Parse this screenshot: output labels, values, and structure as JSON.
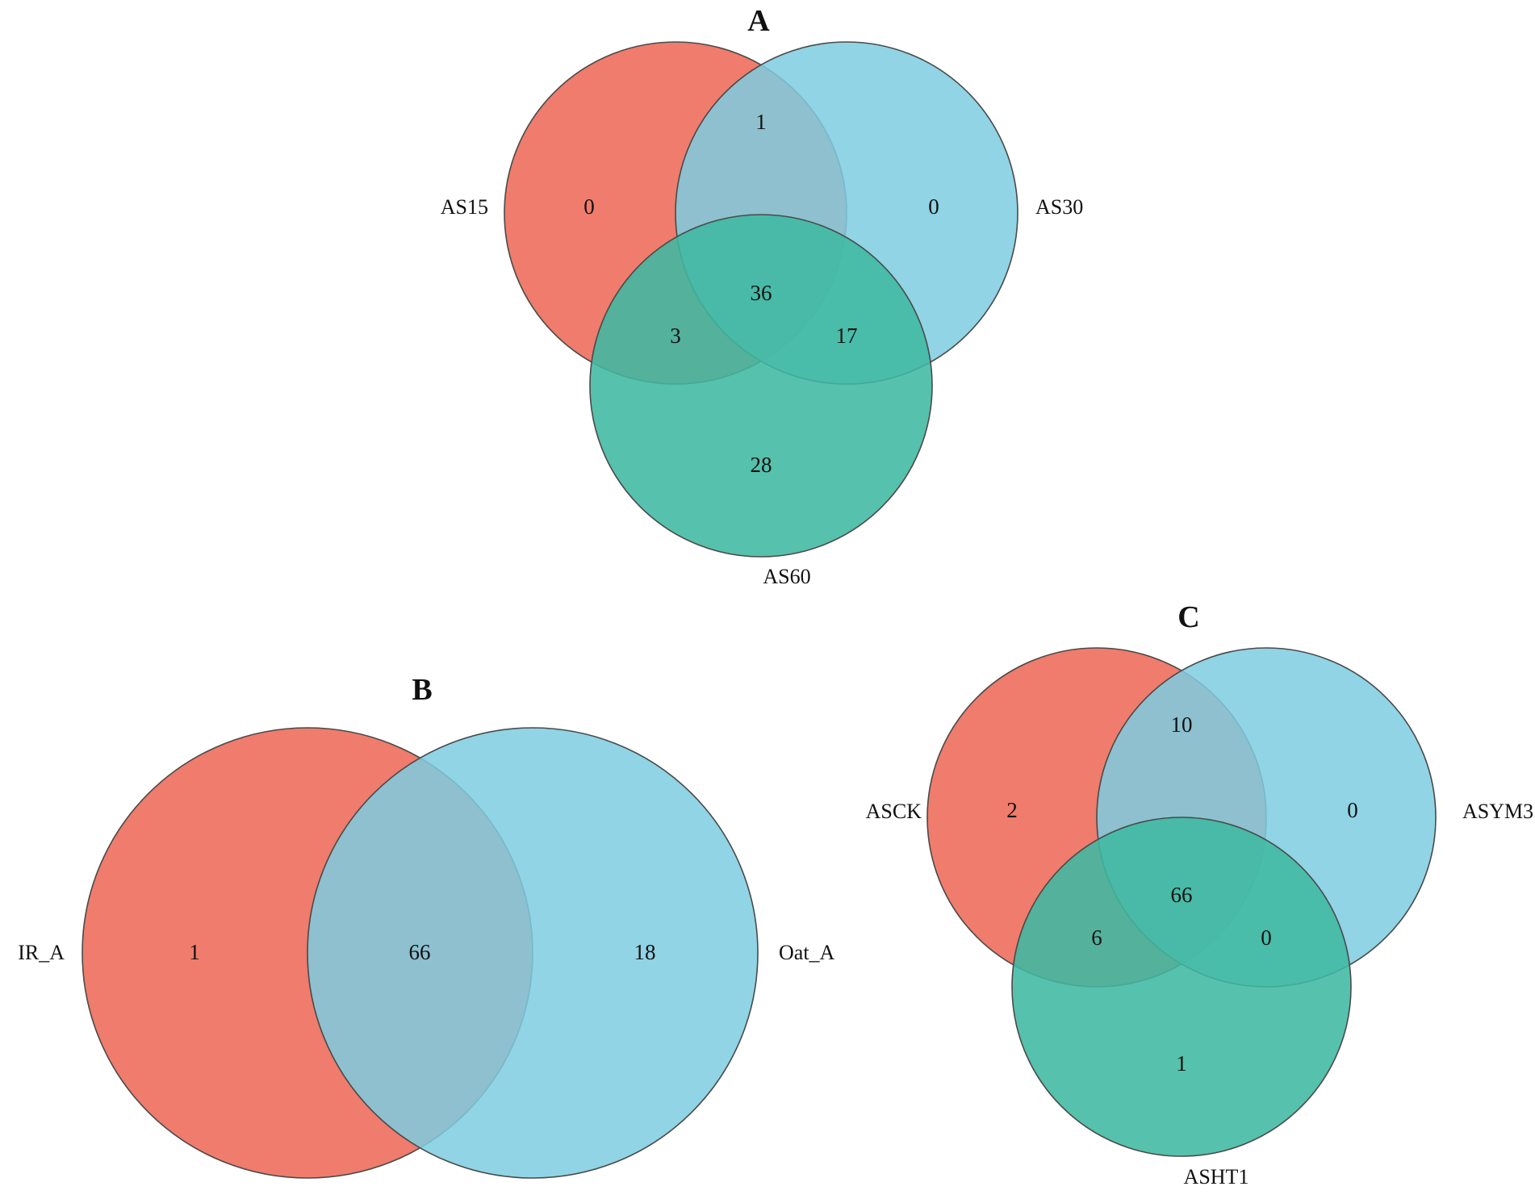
{
  "colors": {
    "red": "#ef7c6c",
    "blue": "#7dcde0",
    "green": "#3fb8a2",
    "outline": "#4a4a4a",
    "text": "#111111"
  },
  "panels": [
    {
      "title": "A",
      "sets": [
        {
          "label": "AS15",
          "color": "red"
        },
        {
          "label": "AS30",
          "color": "blue"
        },
        {
          "label": "AS60",
          "color": "green"
        }
      ],
      "regions": {
        "only_1": "0",
        "only_2": "0",
        "only_3": "28",
        "1_2": "1",
        "1_3": "3",
        "2_3": "17",
        "all": "36"
      }
    },
    {
      "title": "B",
      "sets": [
        {
          "label": "IR_A",
          "color": "red"
        },
        {
          "label": "Oat_A",
          "color": "blue"
        }
      ],
      "regions": {
        "only_1": "1",
        "1_2": "66",
        "only_2": "18"
      }
    },
    {
      "title": "C",
      "sets": [
        {
          "label": "ASCK",
          "color": "red"
        },
        {
          "label": "ASYM3",
          "color": "blue"
        },
        {
          "label": "ASHT1",
          "color": "green"
        }
      ],
      "regions": {
        "only_1": "2",
        "only_2": "0",
        "only_3": "1",
        "1_2": "10",
        "1_3": "6",
        "2_3": "0",
        "all": "66"
      }
    }
  ]
}
